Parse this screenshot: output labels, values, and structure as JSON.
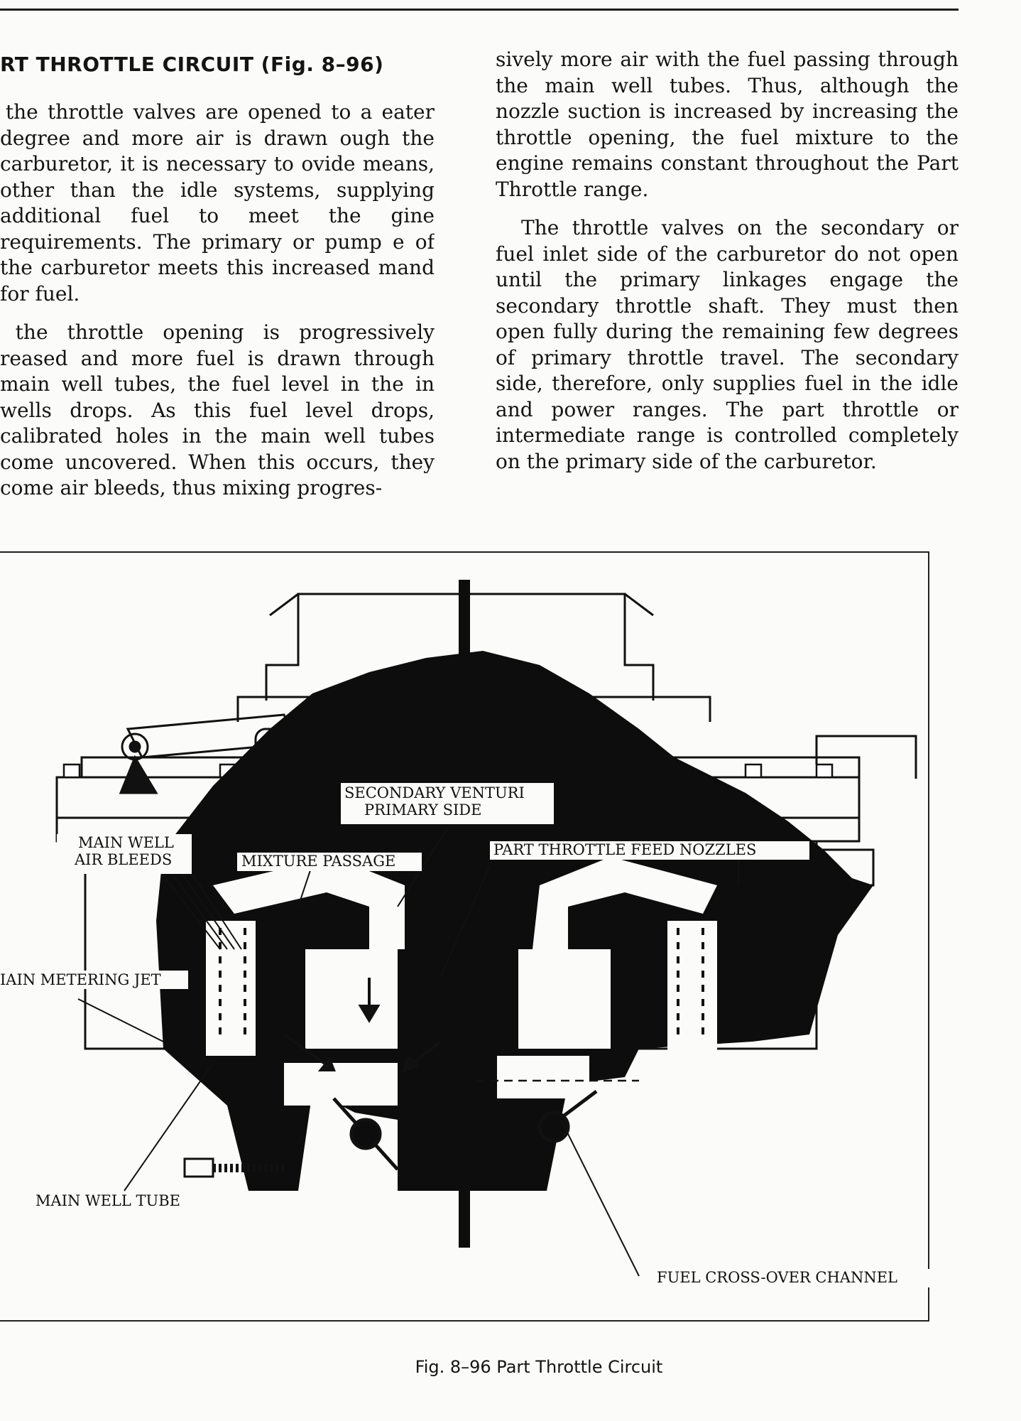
{
  "heading": "RT THROTTLE CIRCUIT (Fig. 8–96)",
  "left_paragraphs": [
    "As the throttle valves are opened to a eater degree and more air is drawn ough the carburetor, it is necessary to ovide means, other than the idle systems, supplying additional fuel to meet the gine requirements. The primary or pump e of the carburetor meets this increased mand for fuel.",
    "As the throttle opening is progressively reased and more fuel is drawn through main well tubes, the fuel level in the in wells drops. As this fuel level drops, calibrated holes in the main well tubes come uncovered. When this occurs, they come air bleeds, thus mixing progres-"
  ],
  "right_paragraphs": [
    "sively more air with the fuel passing through the main well tubes. Thus, although the nozzle suction is increased by increasing the throttle opening, the fuel mixture to the engine remains constant throughout the Part Throttle range.",
    "The throttle valves on the secondary or fuel inlet side of the carburetor do not open until the primary linkages engage the secondary throttle shaft. They must then open fully during the remaining few degrees of primary throttle travel. The secondary side, therefore, only supplies fuel in the idle and power ranges. The part throttle or intermediate range is controlled completely on the primary side of the carburetor."
  ],
  "diagram_labels": {
    "main_well_air_bleeds_1": "MAIN WELL",
    "main_well_air_bleeds_2": "AIR BLEEDS",
    "mixture_passage": "MIXTURE PASSAGE",
    "secondary_venturi_1": "SECONDARY VENTURI",
    "secondary_venturi_2": "PRIMARY SIDE",
    "part_throttle_feed_nozzles": "PART THROTTLE FEED NOZZLES",
    "main_metering_jet": "IAIN METERING JET",
    "fuel_crossover_channel": "FUEL CROSS-OVER CHANNEL",
    "main_well_tube": "MAIN WELL TUBE"
  },
  "caption": "Fig. 8–96 Part Throttle Circuit"
}
